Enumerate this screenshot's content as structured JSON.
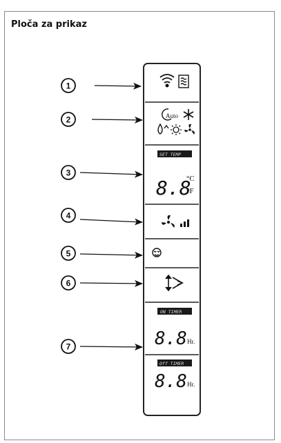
{
  "page": {
    "title": "Ploča za prikaz"
  },
  "callouts": [
    "1",
    "2",
    "3",
    "4",
    "5",
    "6",
    "7"
  ],
  "panel": {
    "mode_auto_label": "Auto",
    "set_temp_label": "SET TEMP",
    "temp_digits": "8.8",
    "unit_c": "°C",
    "unit_f": "°F",
    "on_timer_label": "ON TIMER",
    "off_timer_label": "Off TIMER",
    "timer_digits": "8.8",
    "hr_label": "Hr."
  },
  "icons": {
    "section1": [
      "wifi-icon",
      "heat-waves-icon"
    ],
    "section2": [
      "auto-mode-icon",
      "snowflake-icon",
      "dry-drop-icon",
      "sun-icon",
      "fan-mode-icon"
    ],
    "section4": [
      "fan-icon",
      "fan-speed-bars-icon"
    ],
    "section5": [
      "sleep-face-icon"
    ],
    "section6": [
      "swing-louver-icon"
    ]
  },
  "colors": {
    "ink": "#111111",
    "panel_border": "#222222",
    "lcd_box": "#1a1a1a"
  }
}
